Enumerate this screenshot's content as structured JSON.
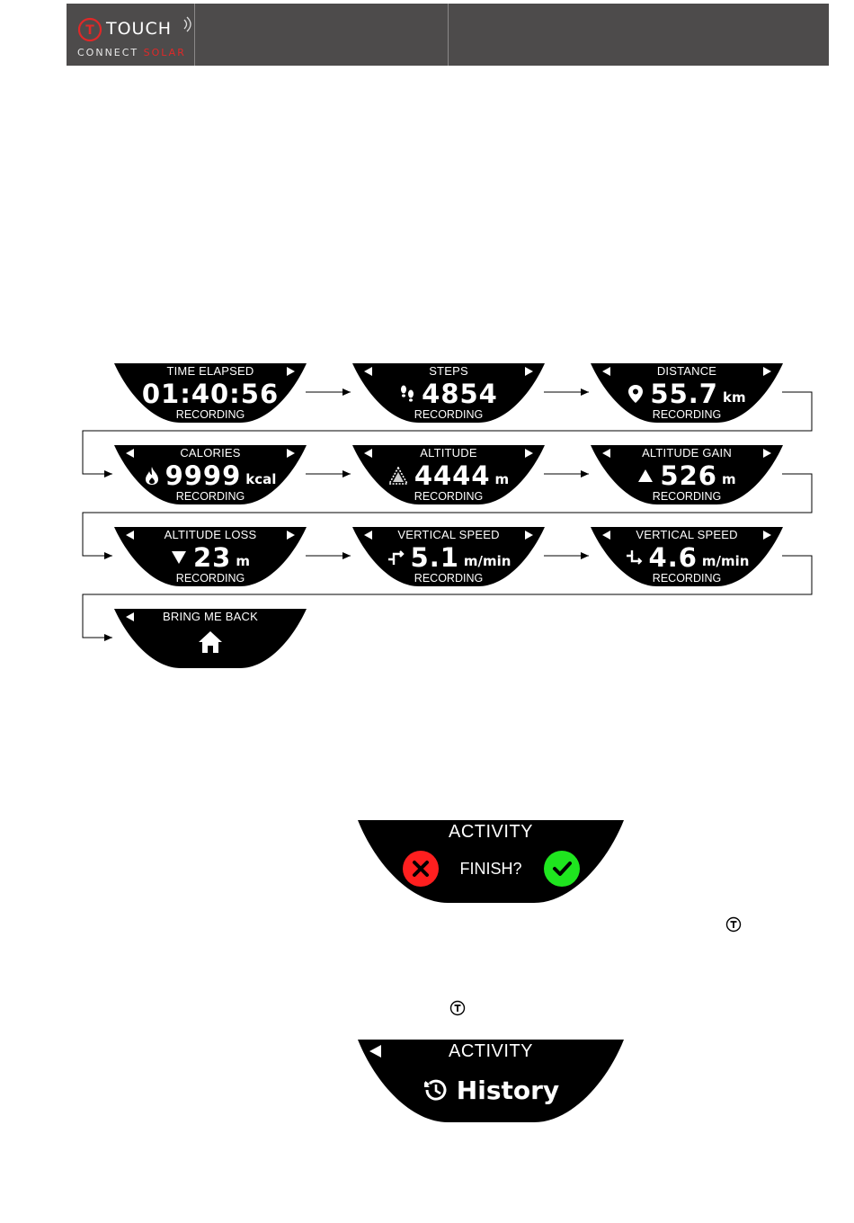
{
  "header": {
    "brand": "TOUCH",
    "sub_connect": "CONNECT",
    "sub_solar": "SOLAR",
    "colors": {
      "bar": "#4d4b4b",
      "accent": "#e02828"
    }
  },
  "screens": [
    {
      "title": "TIME ELAPSED",
      "value": "01:40:56",
      "unit": "",
      "icon": "none",
      "status": "RECORDING"
    },
    {
      "title": "STEPS",
      "value": "4854",
      "unit": "",
      "icon": "footprints-icon",
      "status": "RECORDING"
    },
    {
      "title": "DISTANCE",
      "value": "55.7",
      "unit": "km",
      "icon": "location-pin-icon",
      "status": "RECORDING"
    },
    {
      "title": "CALORIES",
      "value": "9999",
      "unit": "kcal",
      "icon": "flame-icon",
      "status": "RECORDING"
    },
    {
      "title": "ALTITUDE",
      "value": "4444",
      "unit": "m",
      "icon": "mountain-icon",
      "status": "RECORDING"
    },
    {
      "title": "ALTITUDE GAIN",
      "value": "526",
      "unit": "m",
      "icon": "up-triangle-icon",
      "status": "RECORDING"
    },
    {
      "title": "ALTITUDE LOSS",
      "value": "23",
      "unit": "m",
      "icon": "down-triangle-icon",
      "status": "RECORDING"
    },
    {
      "title": "VERTICAL SPEED",
      "value": "5.1",
      "unit": "m/min",
      "icon": "ascent-icon",
      "status": "RECORDING"
    },
    {
      "title": "VERTICAL SPEED",
      "value": "4.6",
      "unit": "m/min",
      "icon": "descent-icon",
      "status": "RECORDING"
    },
    {
      "title": "BRING ME BACK",
      "value": "",
      "unit": "",
      "icon": "home-icon",
      "status": ""
    }
  ],
  "finish_screen": {
    "title": "ACTIVITY",
    "question": "FINISH?",
    "cancel_color": "#ff1f1f",
    "confirm_color": "#1fe61f"
  },
  "history_screen": {
    "title": "ACTIVITY",
    "label": "History",
    "icon": "history-clock-icon"
  },
  "inline_icons": [
    "t-button-icon",
    "t-button-icon"
  ]
}
